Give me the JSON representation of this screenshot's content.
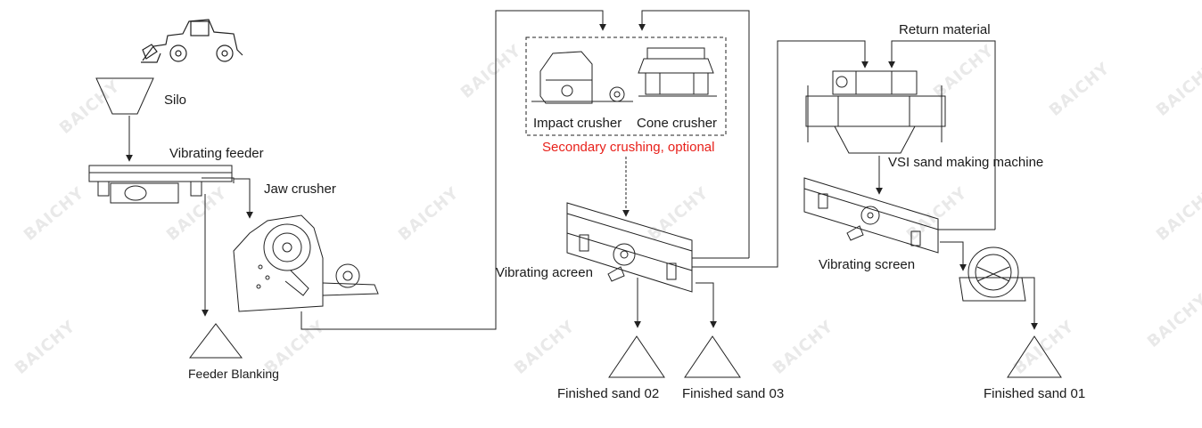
{
  "labels": {
    "silo": "Silo",
    "vibrating_feeder": "Vibrating feeder",
    "jaw_crusher": "Jaw crusher",
    "feeder_blanking": "Feeder Blanking",
    "impact_crusher": "Impact crusher",
    "cone_crusher": "Cone crusher",
    "secondary_crushing": "Secondary crushing, optional",
    "vibrating_acreen": "Vibrating acreen",
    "finished_sand_02": "Finished sand 02",
    "finished_sand_03": "Finished sand 03",
    "return_material": "Return material",
    "vsi_sand_making_machine": "VSI sand making machine",
    "vibrating_screen": "Vibrating screen",
    "finished_sand_01": "Finished sand 01"
  },
  "watermark": "BAICHY",
  "colors": {
    "line": "#222222",
    "optional_text": "#e8201a",
    "watermark": "#e9e9e9"
  }
}
